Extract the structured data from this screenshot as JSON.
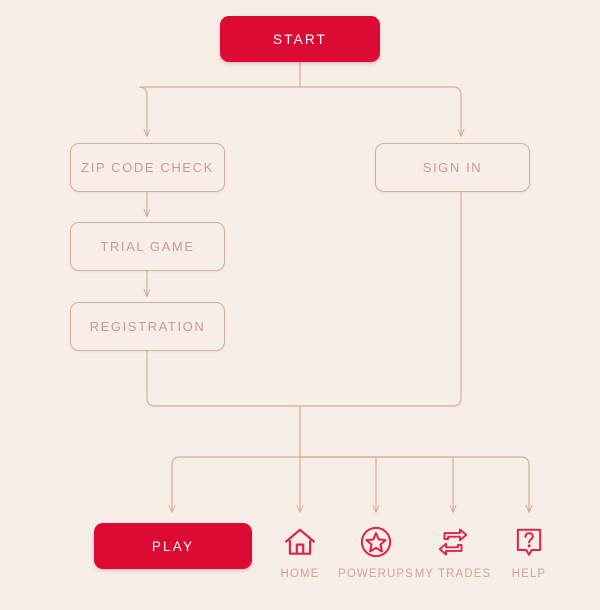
{
  "diagram": {
    "title": "App navigation flow",
    "background_color": "#F8EEE8",
    "line_color": "#D9AC9C",
    "accent_color": "#DD0B33",
    "outline_text_color": "#CA9A8D",
    "label_color": "#CFA396"
  },
  "nodes": {
    "start": {
      "label": "START",
      "style": "primary"
    },
    "zip_code_check": {
      "label": "ZIP CODE CHECK",
      "style": "outline"
    },
    "trial_game": {
      "label": "TRIAL GAME",
      "style": "outline"
    },
    "registration": {
      "label": "REGISTRATION",
      "style": "outline"
    },
    "sign_in": {
      "label": "SIGN IN",
      "style": "outline"
    },
    "play": {
      "label": "PLAY",
      "style": "primary"
    }
  },
  "nav": {
    "items": [
      {
        "label": "HOME",
        "icon": "home-icon"
      },
      {
        "label": "POWERUPS",
        "icon": "star-circle-icon"
      },
      {
        "label": "MY TRADES",
        "icon": "swap-arrows-icon"
      },
      {
        "label": "HELP",
        "icon": "question-bubble-icon"
      }
    ]
  }
}
